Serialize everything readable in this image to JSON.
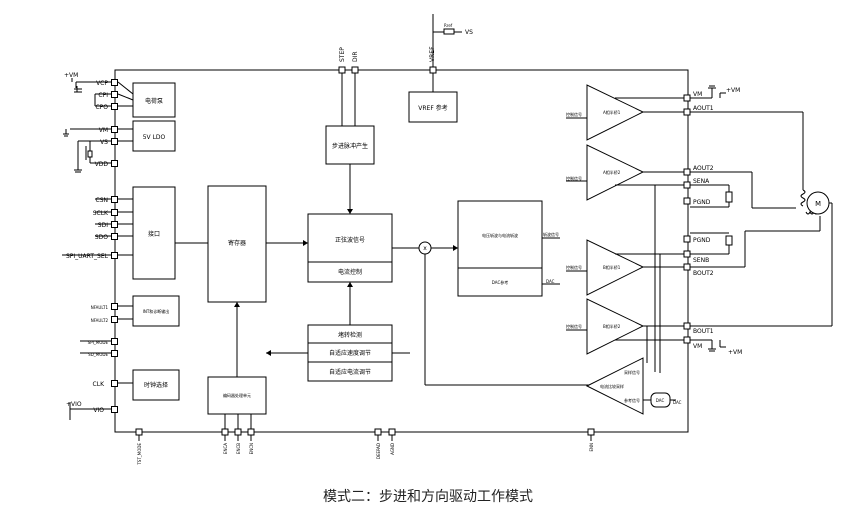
{
  "caption": "模式二：步进和方向驱动工作模式",
  "pins": {
    "vcp": "VCP",
    "cpi": "CPI",
    "cpo": "CPO",
    "vm": "VM",
    "vs": "VS",
    "vdd": "VDD",
    "csn": "CSN",
    "sclk": "SCLK",
    "sdi": "SDI",
    "sdo": "SDO",
    "spi_uart_sel": "SPI_UART_SEL",
    "nfault1": "NFAULT1",
    "nfault2": "NFAULT2",
    "spi_mode": "SPI_MODE",
    "sd_mode": "SD_MODE",
    "clk": "CLK",
    "vio": "VIO",
    "step": "STEP",
    "dir": "DIR",
    "vref": "VREF",
    "vm_top": "VM",
    "aout1": "AOUT1",
    "aout2": "AOUT2",
    "sena": "SENA",
    "pgnd_a": "PGND",
    "pgnd_b": "PGND",
    "senb": "SENB",
    "bout2": "BOUT2",
    "bout1": "BOUT1",
    "vm_bottom": "VM",
    "tst_mode": "TST_MODE",
    "enca": "ENCA",
    "encb": "ENCB",
    "encn": "ENCN",
    "deepad": "DEEPAD",
    "agnd": "AGND",
    "enn": "ENN"
  },
  "supplies": {
    "vm_left": "+VM",
    "vio_left": "+VIO",
    "vm_top": "+VM",
    "vm_bottom": "+VM",
    "vs_top": "VS",
    "rref": "Rref"
  },
  "blocks": {
    "charge_pump": "电荷泵",
    "ldo": "5V LDO",
    "interface": "接口",
    "int_diag": "INT和诊断输出",
    "clock_select": "时钟选择",
    "register": "寄存器",
    "encoder": "编码器处理单元",
    "step_pulse": "步进脉冲产生",
    "sine_signal": "正弦波信号",
    "current_control": "电流控制",
    "stall_detect": "堵转检测",
    "adaptive_speed": "自适应速度调节",
    "adaptive_current": "自适应电流调节",
    "vref_ref": "VREF 参考",
    "multiplier": "x",
    "chop": "电压斩波与电流斩波",
    "dac_ref": "DAC参考",
    "a_bridge_1": "A相半桥1",
    "a_bridge_2": "A相半桥2",
    "b_bridge_1": "B相半桥1",
    "b_bridge_2": "B相半桥2",
    "motor": "M",
    "current_compare": "电流比较采样",
    "dac": "DAC"
  },
  "signals": {
    "chop_out": "斩波信号",
    "dac_out": "DAC",
    "ctrl_a1": "控制信号",
    "ctrl_a2": "控制信号",
    "ctrl_b1": "控制信号",
    "ctrl_b2": "控制信号",
    "sample": "采样信号",
    "reference": "参考信号",
    "dac_in": "DAC"
  }
}
